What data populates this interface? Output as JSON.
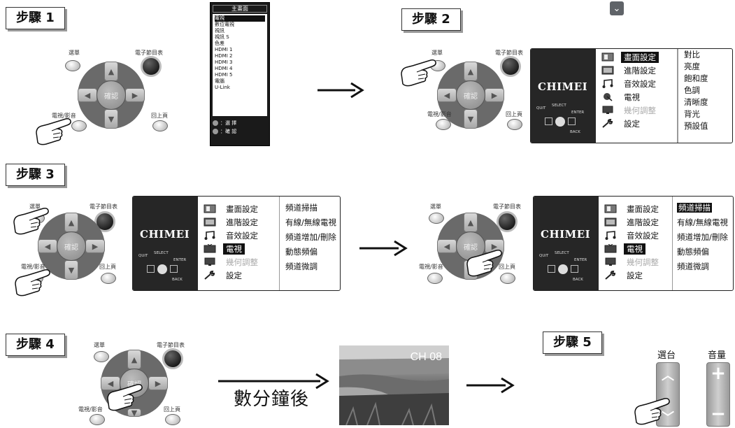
{
  "steps": [
    "步驟 1",
    "步驟 2",
    "步驟 3",
    "步驟 4",
    "步驟 5"
  ],
  "remote": {
    "menu_label": "選單",
    "epg_label": "電子節目表",
    "tv_av_label": "電視/影音",
    "back_label": "回上頁",
    "center_label": "確認"
  },
  "source_menu": {
    "title": "主畫面",
    "items": [
      "電視",
      "數位電視",
      "視訊",
      "視訊 S",
      "色差",
      "HDMI 1",
      "HDMI 2",
      "HDMI 3",
      "HDMI 4",
      "HDMI 5",
      "電腦",
      "U-Link"
    ],
    "selected_index": 0,
    "footer": [
      "：選 擇",
      "：確 認"
    ]
  },
  "osd": {
    "brand": "CHIMEI",
    "controls": {
      "quit": "QUIT",
      "select": "SELECT",
      "enter": "ENTER",
      "back": "BACK"
    },
    "menu": [
      "畫面設定",
      "進階設定",
      "音效設定",
      "電視",
      "幾何調整",
      "設定"
    ],
    "picture_sub": [
      "對比",
      "亮度",
      "飽和度",
      "色調",
      "清晰度",
      "背光",
      "預設值"
    ],
    "tv_sub": [
      "頻道掃描",
      "有線/無線電視",
      "頻道增加/刪除",
      "動態頻偏",
      "頻道微調"
    ]
  },
  "after_minutes": "數分鐘後",
  "tv_channel": "CH 08",
  "side_buttons": {
    "channel_label": "選台",
    "volume_label": "音量",
    "ch_up": "︿",
    "ch_down": "﹀",
    "vol_up": "+",
    "vol_down": "−"
  },
  "expand_icon": "expand-icon"
}
